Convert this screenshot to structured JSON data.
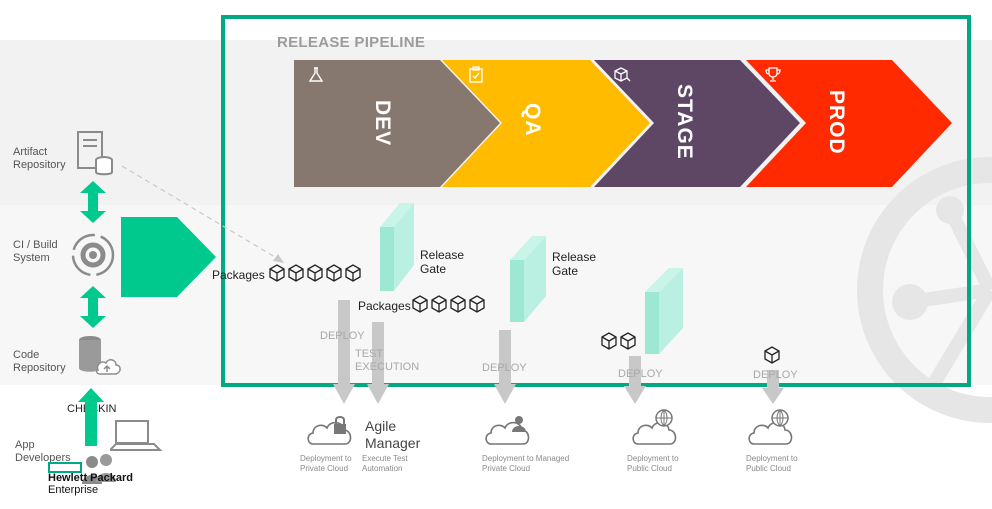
{
  "pipeline": {
    "title": "RELEASE PIPELINE",
    "stages": [
      {
        "name": "DEV",
        "color": "#86786f",
        "icon": "flask-icon"
      },
      {
        "name": "QA",
        "color": "#ffbb00",
        "icon": "clipboard-check-icon"
      },
      {
        "name": "STAGE",
        "color": "#5d4765",
        "icon": "package-icon"
      },
      {
        "name": "PROD",
        "color": "#ff2a00",
        "icon": "trophy-icon"
      }
    ]
  },
  "left": {
    "artifact_label": "Artifact\nRepository",
    "ci_label": "CI / Build\nSystem",
    "code_label": "Code\nRepository",
    "checkin_label": "CHECKIN",
    "dev_label": "App\nDevelopers"
  },
  "packages": {
    "label1": "Packages",
    "label2": "Packages"
  },
  "gates": {
    "gate1": "Release\nGate",
    "gate2": "Release\nGate"
  },
  "deploy": {
    "d1": "DEPLOY",
    "test": "TEST\nEXECUTION",
    "d2": "DEPLOY",
    "d3": "DEPLOY",
    "d4": "DEPLOY"
  },
  "clouds": {
    "c1": "Deployment to\nPrivate Cloud",
    "agile": "Agile\nManager",
    "agile_caption": "Execute Test\nAutomation",
    "c2": "Deployment to Managed\nPrivate Cloud",
    "c3": "Deployment to\nPublic Cloud",
    "c4": "Deployment to\nPublic Cloud"
  },
  "logo": {
    "line1": "Hewlett Packard",
    "line2": "Enterprise",
    "brand_color": "#01a982"
  },
  "colors": {
    "accent": "#00a982",
    "arrow_green": "#00c98d",
    "gate": "#9de8d2",
    "deploy_arrow": "#c8c8c8"
  }
}
